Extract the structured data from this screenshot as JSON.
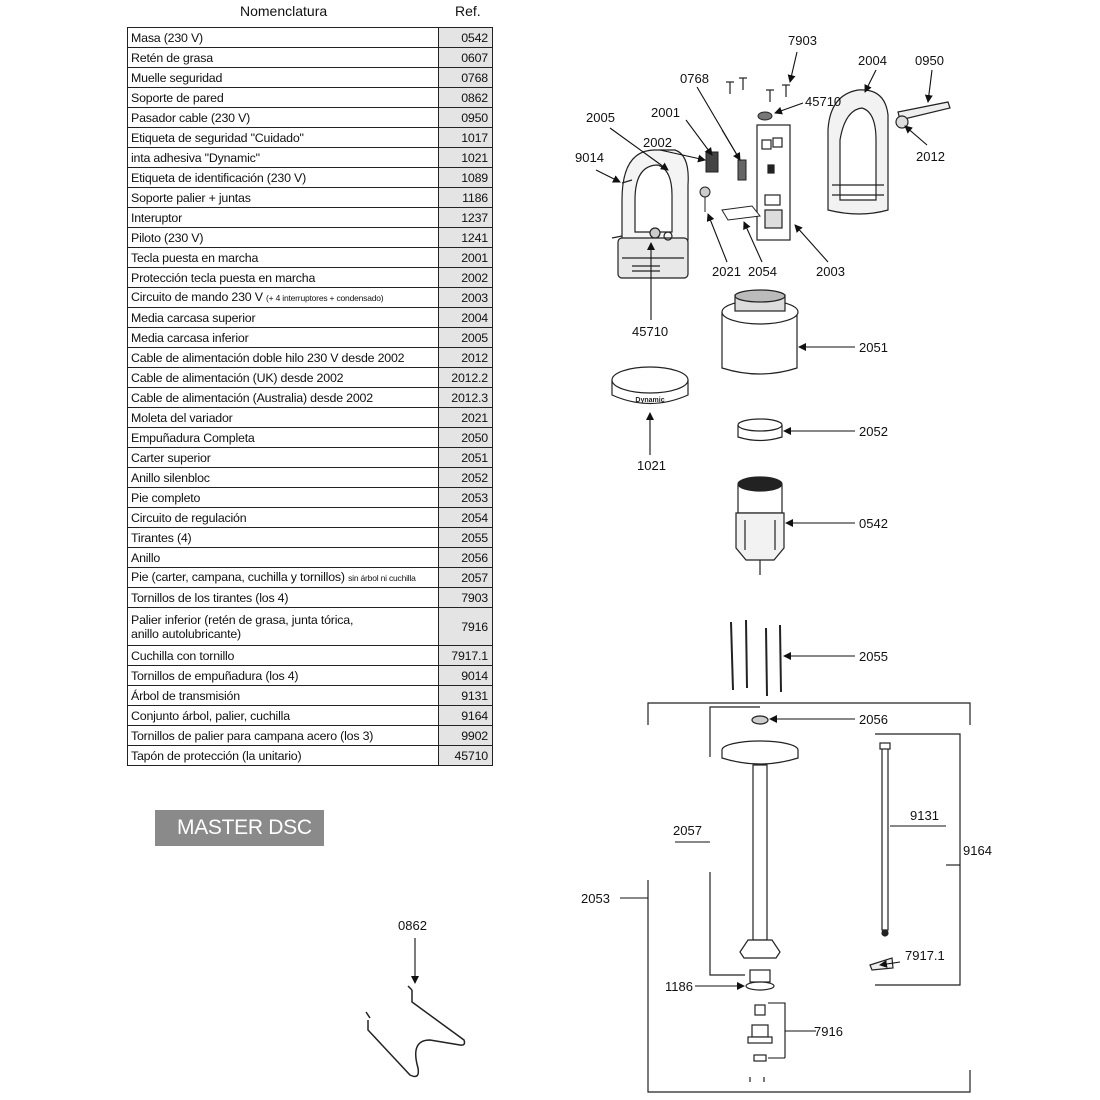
{
  "header": {
    "name_col": "Nomenclatura",
    "ref_col": "Ref."
  },
  "parts": [
    {
      "name": "Masa (230 V)",
      "ref": "0542"
    },
    {
      "name": "Retén de grasa",
      "ref": "0607"
    },
    {
      "name": "Muelle seguridad",
      "ref": "0768"
    },
    {
      "name": "Soporte de pared",
      "ref": "0862"
    },
    {
      "name": "Pasador cable (230 V)",
      "ref": "0950"
    },
    {
      "name": "Etiqueta de seguridad \"Cuidado\"",
      "ref": "1017"
    },
    {
      "name": "inta adhesiva \"Dynamic\"",
      "ref": "1021"
    },
    {
      "name": "Etiqueta de identificación (230 V)",
      "ref": "1089"
    },
    {
      "name": "Soporte palier + juntas",
      "ref": "1186"
    },
    {
      "name": "Interuptor",
      "ref": "1237"
    },
    {
      "name": "Piloto (230 V)",
      "ref": "1241"
    },
    {
      "name": "Tecla puesta en marcha",
      "ref": "2001"
    },
    {
      "name": "Protección tecla puesta en marcha",
      "ref": "2002"
    },
    {
      "name": "Circuito de mando 230 V",
      "note": "(+ 4 interruptores + condensado)",
      "ref": "2003"
    },
    {
      "name": "Media carcasa superior",
      "ref": "2004"
    },
    {
      "name": "Media carcasa inferior",
      "ref": "2005"
    },
    {
      "name": "Cable de alimentación doble hilo 230 V desde 2002",
      "ref": "2012"
    },
    {
      "name": "Cable de alimentación (UK) desde 2002",
      "ref": "2012.2"
    },
    {
      "name": "Cable de alimentación (Australia) desde 2002",
      "ref": "2012.3"
    },
    {
      "name": "Moleta del variador",
      "ref": "2021"
    },
    {
      "name": "Empuñadura Completa",
      "ref": "2050"
    },
    {
      "name": "Carter superior",
      "ref": "2051"
    },
    {
      "name": "Anillo silenbloc",
      "ref": "2052"
    },
    {
      "name": "Pie completo",
      "ref": "2053"
    },
    {
      "name": "Circuito de regulación",
      "ref": "2054"
    },
    {
      "name": "Tirantes (4)",
      "ref": "2055"
    },
    {
      "name": "Anillo",
      "ref": "2056"
    },
    {
      "name": "Pie (carter, campana, cuchilla y tornillos)",
      "note": "sin árbol ni cuchilla",
      "ref": "2057"
    },
    {
      "name": "Tornillos de los tirantes (los 4)",
      "ref": "7903"
    },
    {
      "name_lines": [
        "Palier inferior (retén de grasa, junta tórica,",
        "anillo autolubricante)"
      ],
      "ref": "7916"
    },
    {
      "name": "Cuchilla con tornillo",
      "ref": "7917.1"
    },
    {
      "name": "Tornillos de empuñadura (los 4)",
      "ref": "9014"
    },
    {
      "name": "Árbol de transmisión",
      "ref": "9131"
    },
    {
      "name": "Conjunto árbol, palier, cuchilla",
      "ref": "9164"
    },
    {
      "name": "Tornillos de palier para campana acero (los 3)",
      "ref": "9902"
    },
    {
      "name": "Tapón de protección (la unitario)",
      "ref": "45710"
    }
  ],
  "model_badge": "MASTER DSC",
  "callouts": {
    "c7903": "7903",
    "c2004": "2004",
    "c0950": "0950",
    "c0768": "0768",
    "c45710a": "45710",
    "c2001": "2001",
    "c2005": "2005",
    "c2002": "2002",
    "c2012": "2012",
    "c9014": "9014",
    "c2021": "2021",
    "c2054": "2054",
    "c2003": "2003",
    "c45710b": "45710",
    "c2051": "2051",
    "c1021": "1021",
    "c2052": "2052",
    "c0542": "0542",
    "c2055": "2055",
    "c2056": "2056",
    "c2057": "2057",
    "c9131": "9131",
    "c9164": "9164",
    "c2053": "2053",
    "c7917": "7917.1",
    "c1186": "1186",
    "c7916": "7916",
    "c0862": "0862"
  },
  "decals": {
    "band": "Dynamic"
  }
}
